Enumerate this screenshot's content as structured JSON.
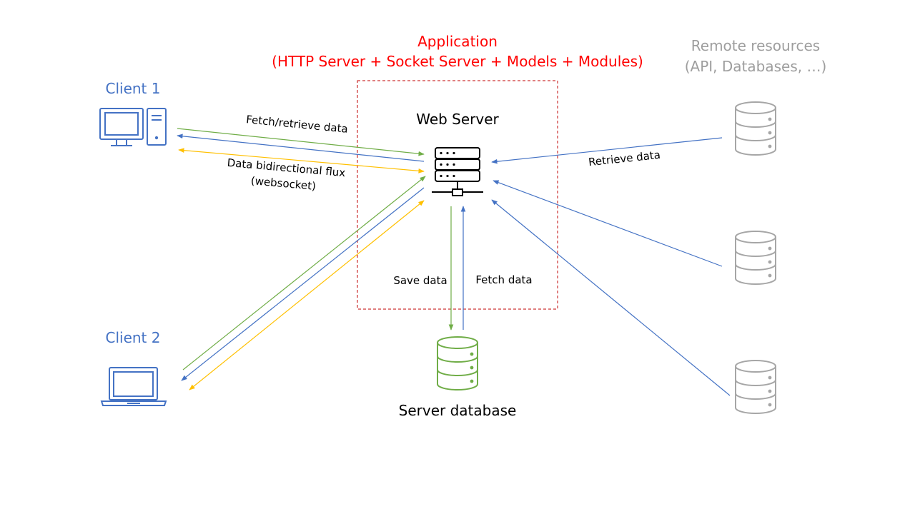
{
  "application": {
    "title": "Application",
    "subtitle": "(HTTP Server + Socket Server + Models + Modules)"
  },
  "remote": {
    "title": "Remote resources",
    "subtitle": "(API, Databases, …)"
  },
  "clients": {
    "client1": "Client 1",
    "client2": "Client 2"
  },
  "server": {
    "web_server": "Web Server",
    "database": "Server database"
  },
  "flows": {
    "fetch_retrieve": "Fetch/retrieve data",
    "bidirectional": "Data bidirectional flux",
    "websocket": "(websocket)",
    "retrieve": "Retrieve data",
    "save": "Save data",
    "fetch": "Fetch data"
  },
  "icons": {
    "client1": "desktop-computer-icon",
    "client2": "laptop-icon",
    "web_server": "server-rack-icon",
    "server_db": "database-icon",
    "remote_dbs": [
      "database-icon",
      "database-icon",
      "database-icon"
    ]
  },
  "colors": {
    "application": "#ff0000",
    "remote": "#9e9e9e",
    "client": "#4472c4",
    "green": "#70ad47",
    "blue": "#4472c4",
    "yellow": "#ffc000",
    "server_db": "#70ad47",
    "boundary": "#c00000"
  }
}
